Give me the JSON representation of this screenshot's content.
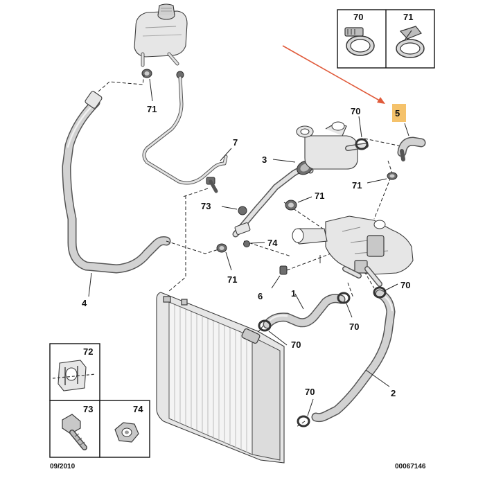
{
  "diagram": {
    "callouts": {
      "box_70": "70",
      "box_71": "71",
      "box_72": "72",
      "box_73": "73",
      "box_74": "74",
      "tank_71": "71",
      "hose_4": "4",
      "hose_7": "7",
      "hose_3": "3",
      "clip_73": "73",
      "bolt_74": "74",
      "clamp_71_left": "71",
      "clamp_71_mid": "71",
      "clamp_71_upper": "71",
      "bleed_6": "6",
      "hose_1": "1",
      "clamp_70_top": "70",
      "clamp_70_right": "70",
      "clamp_70_mid": "70",
      "clamp_70_rad": "70",
      "clamp_70_low": "70",
      "hose_2": "2",
      "hose_5": "5"
    },
    "highlight_color": "#f5c26b",
    "arrow_color": "#e05a3a",
    "footer": {
      "date": "09/2010",
      "ref": "00067146"
    }
  }
}
